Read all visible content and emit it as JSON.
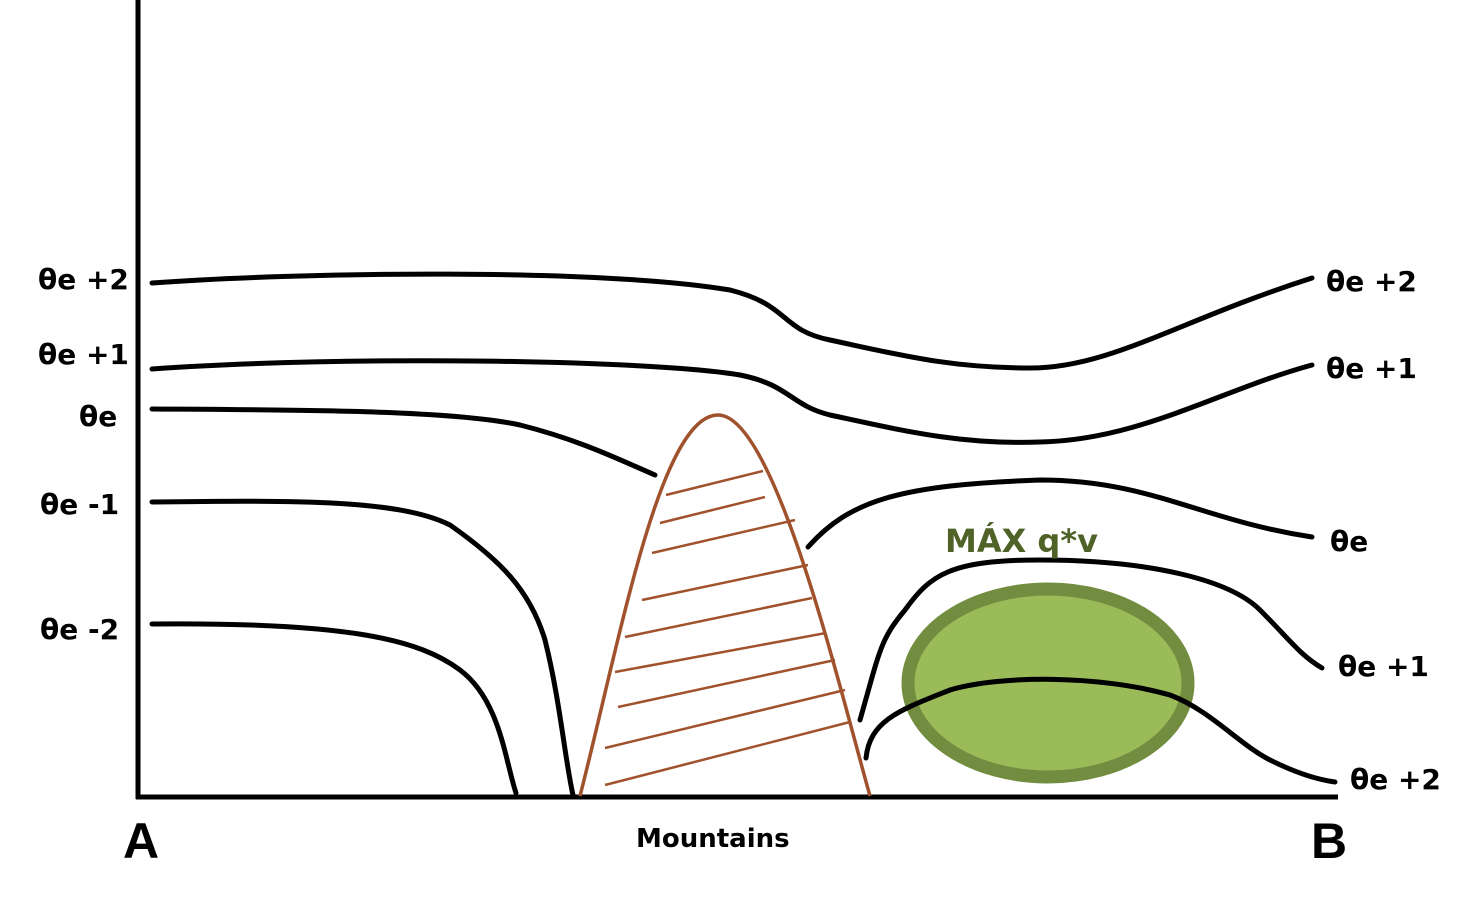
{
  "left_labels": [
    "θe +2",
    "θe +1",
    "θe",
    "θe -1",
    "θe -2"
  ],
  "right_labels": [
    "θe +2",
    "θe +1",
    "θe",
    "θe +1",
    "θe +2"
  ],
  "point_a": "A",
  "point_b": "B",
  "mountain_label": "Mountains",
  "max_label": "MÁX q*v",
  "colors": {
    "mountain": "#a0522d",
    "ellipse_fill": "#9bbb59",
    "ellipse_stroke": "#728c40",
    "max_text": "#4f6228"
  }
}
